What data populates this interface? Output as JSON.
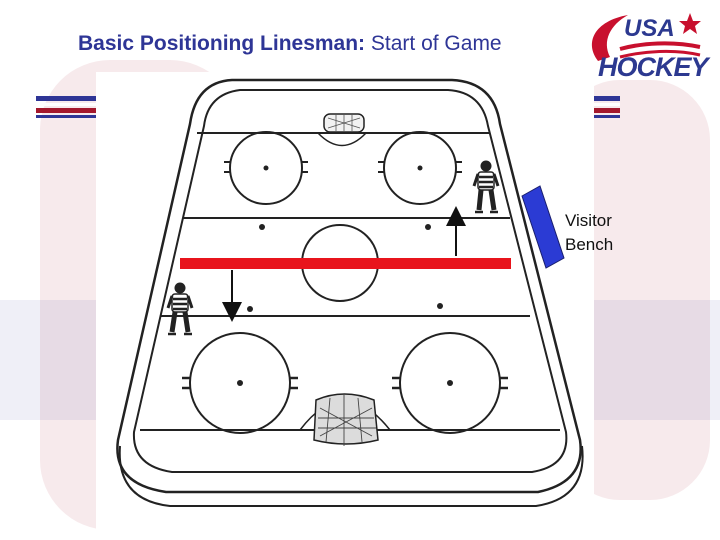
{
  "slide": {
    "title_bold": "Basic Positioning Linesman:",
    "title_rest": " Start of Game"
  },
  "logo": {
    "top_text": "USA",
    "bottom_text": "HOCKEY"
  },
  "bench": {
    "line1": "Visitor",
    "line2": "Bench",
    "color": "#2b3bd4"
  },
  "colors": {
    "title": "#2e3596",
    "stripe_blue": "#2e3596",
    "stripe_red": "#a3172c",
    "center_line": "#e8141c",
    "logo_blue": "#2c3990",
    "logo_red": "#c8102e"
  },
  "icons": {
    "logo_mark": "usa-hockey-logo",
    "official": "linesman-figure-icon",
    "movement": "direction-arrow-icon"
  }
}
